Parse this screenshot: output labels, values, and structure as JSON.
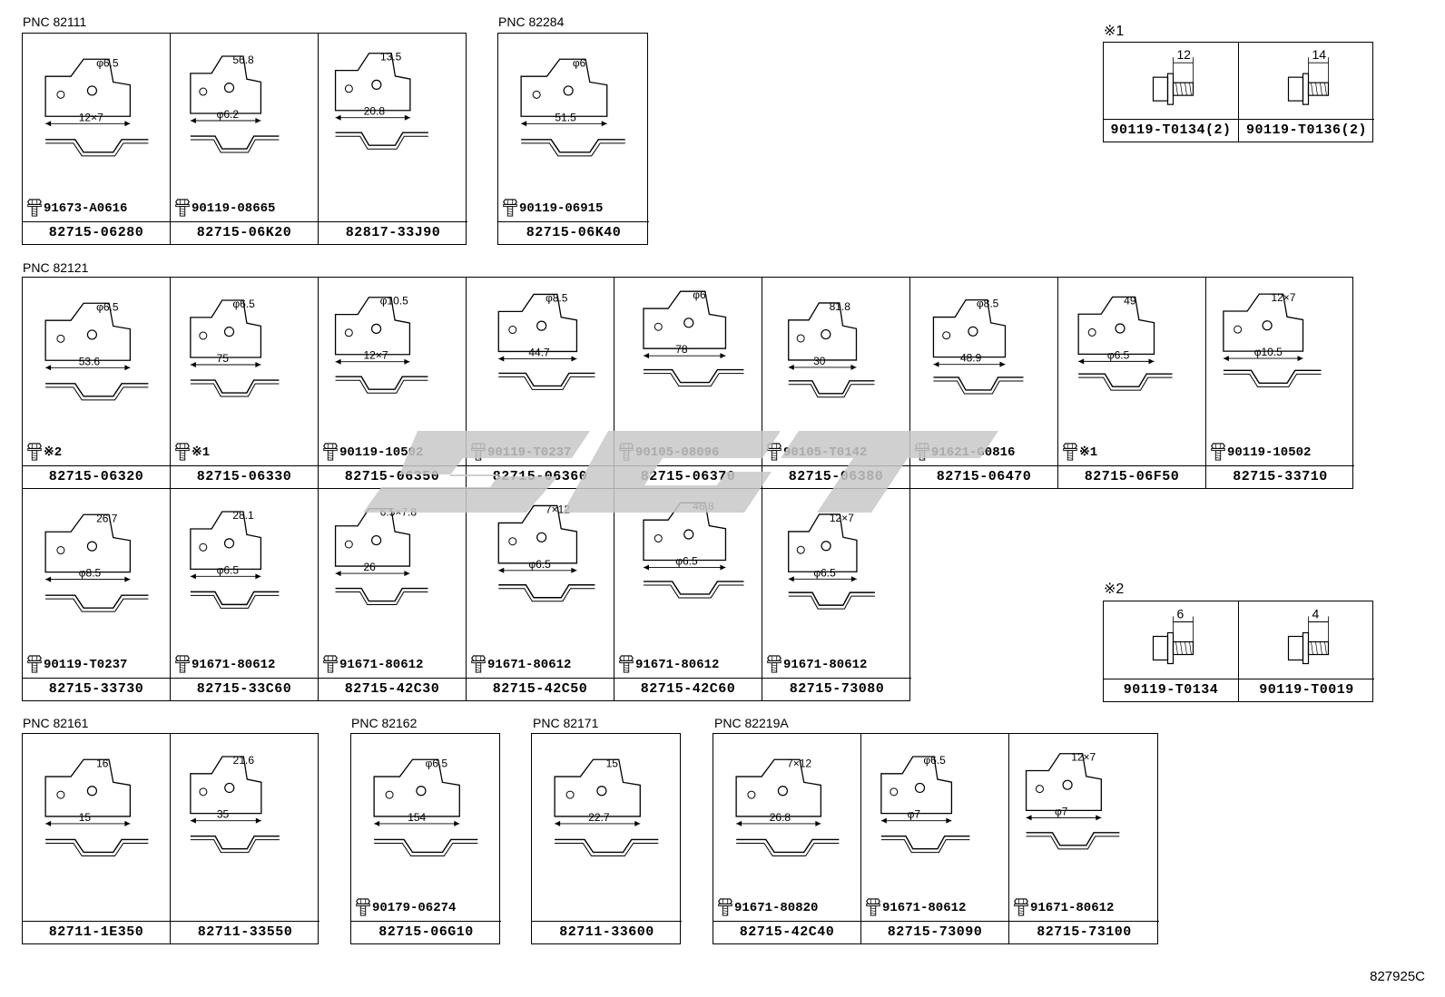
{
  "groups": {
    "g82111": {
      "title": "PNC 82111",
      "cells": [
        {
          "part": "82715-06280",
          "bolt": "91673-A0616",
          "dims": [
            "φ6.5",
            "12×7"
          ]
        },
        {
          "part": "82715-06K20",
          "bolt": "90119-08665",
          "dims": [
            "56.8",
            "φ6.2"
          ]
        },
        {
          "part": "82817-33J90",
          "bolt": "",
          "dims": [
            "13.5",
            "20.8"
          ]
        }
      ]
    },
    "g82284": {
      "title": "PNC 82284",
      "cells": [
        {
          "part": "82715-06K40",
          "bolt": "90119-06915",
          "dims": [
            "φ6",
            "51.5"
          ]
        }
      ]
    },
    "g82121": {
      "title": "PNC 82121",
      "cells": [
        {
          "part": "82715-06320",
          "bolt": "※2",
          "dims": [
            "φ6.5",
            "53.6"
          ]
        },
        {
          "part": "82715-06330",
          "bolt": "※1",
          "dims": [
            "φ6.5",
            "75"
          ]
        },
        {
          "part": "82715-06350",
          "bolt": "90119-10502",
          "dims": [
            "φ10.5",
            "12×7"
          ]
        },
        {
          "part": "82715-06360",
          "bolt": "90119-T0237",
          "dims": [
            "φ8.5",
            "44.7"
          ]
        },
        {
          "part": "82715-06370",
          "bolt": "90105-08096",
          "dims": [
            "φ6",
            "78"
          ]
        },
        {
          "part": "82715-06380",
          "bolt": "90105-T0142",
          "dims": [
            "81.8",
            "30"
          ]
        },
        {
          "part": "82715-06470",
          "bolt": "91621-G0816",
          "dims": [
            "φ8.5",
            "48.9"
          ]
        },
        {
          "part": "82715-06F50",
          "bolt": "※1",
          "dims": [
            "49",
            "φ6.5"
          ]
        },
        {
          "part": "82715-33710",
          "bolt": "90119-10502",
          "dims": [
            "12×7",
            "φ10.5"
          ]
        },
        {
          "part": "82715-33730",
          "bolt": "90119-T0237",
          "dims": [
            "26.7",
            "φ8.5"
          ]
        },
        {
          "part": "82715-33C60",
          "bolt": "91671-80612",
          "dims": [
            "28.1",
            "φ6.5"
          ]
        },
        {
          "part": "82715-42C30",
          "bolt": "91671-80612",
          "dims": [
            "6.5×7.8",
            "26"
          ]
        },
        {
          "part": "82715-42C50",
          "bolt": "91671-80612",
          "dims": [
            "7×12",
            "φ6.5"
          ]
        },
        {
          "part": "82715-42C60",
          "bolt": "91671-80612",
          "dims": [
            "46.8",
            "φ6.5"
          ]
        },
        {
          "part": "82715-73080",
          "bolt": "91671-80612",
          "dims": [
            "12×7",
            "φ6.5"
          ]
        }
      ]
    },
    "g82161": {
      "title": "PNC 82161",
      "cells": [
        {
          "part": "82711-1E350",
          "bolt": "",
          "dims": [
            "16",
            "15"
          ]
        },
        {
          "part": "82711-33550",
          "bolt": "",
          "dims": [
            "21.6",
            "35"
          ]
        }
      ]
    },
    "g82162": {
      "title": "PNC 82162",
      "cells": [
        {
          "part": "82715-06G10",
          "bolt": "90179-06274",
          "dims": [
            "φ6.5",
            "154"
          ]
        }
      ]
    },
    "g82171": {
      "title": "PNC 82171",
      "cells": [
        {
          "part": "82711-33600",
          "bolt": "",
          "dims": [
            "15",
            "22.7"
          ]
        }
      ]
    },
    "g82219": {
      "title": "PNC 82219A",
      "cells": [
        {
          "part": "82715-42C40",
          "bolt": "91671-80820",
          "dims": [
            "7×12",
            "26.8"
          ]
        },
        {
          "part": "82715-73090",
          "bolt": "91671-80612",
          "dims": [
            "φ6.5",
            "φ7"
          ]
        },
        {
          "part": "82715-73100",
          "bolt": "91671-80612",
          "dims": [
            "12×7",
            "φ7"
          ]
        }
      ]
    }
  },
  "note1": {
    "mark": "※1",
    "cells": [
      {
        "part": "90119-T0134(2)",
        "dim": "12"
      },
      {
        "part": "90119-T0136(2)",
        "dim": "14"
      }
    ]
  },
  "note2": {
    "mark": "※2",
    "cells": [
      {
        "part": "90119-T0134",
        "dim": "6"
      },
      {
        "part": "90119-T0019",
        "dim": "4"
      }
    ]
  },
  "diagram_id": "827925C",
  "icons": {
    "bolt": "hex-flange-bolt-icon",
    "watermark": "watermark-logo"
  },
  "colors": {
    "line": "#000000",
    "watermark": "#c8c8c8"
  }
}
